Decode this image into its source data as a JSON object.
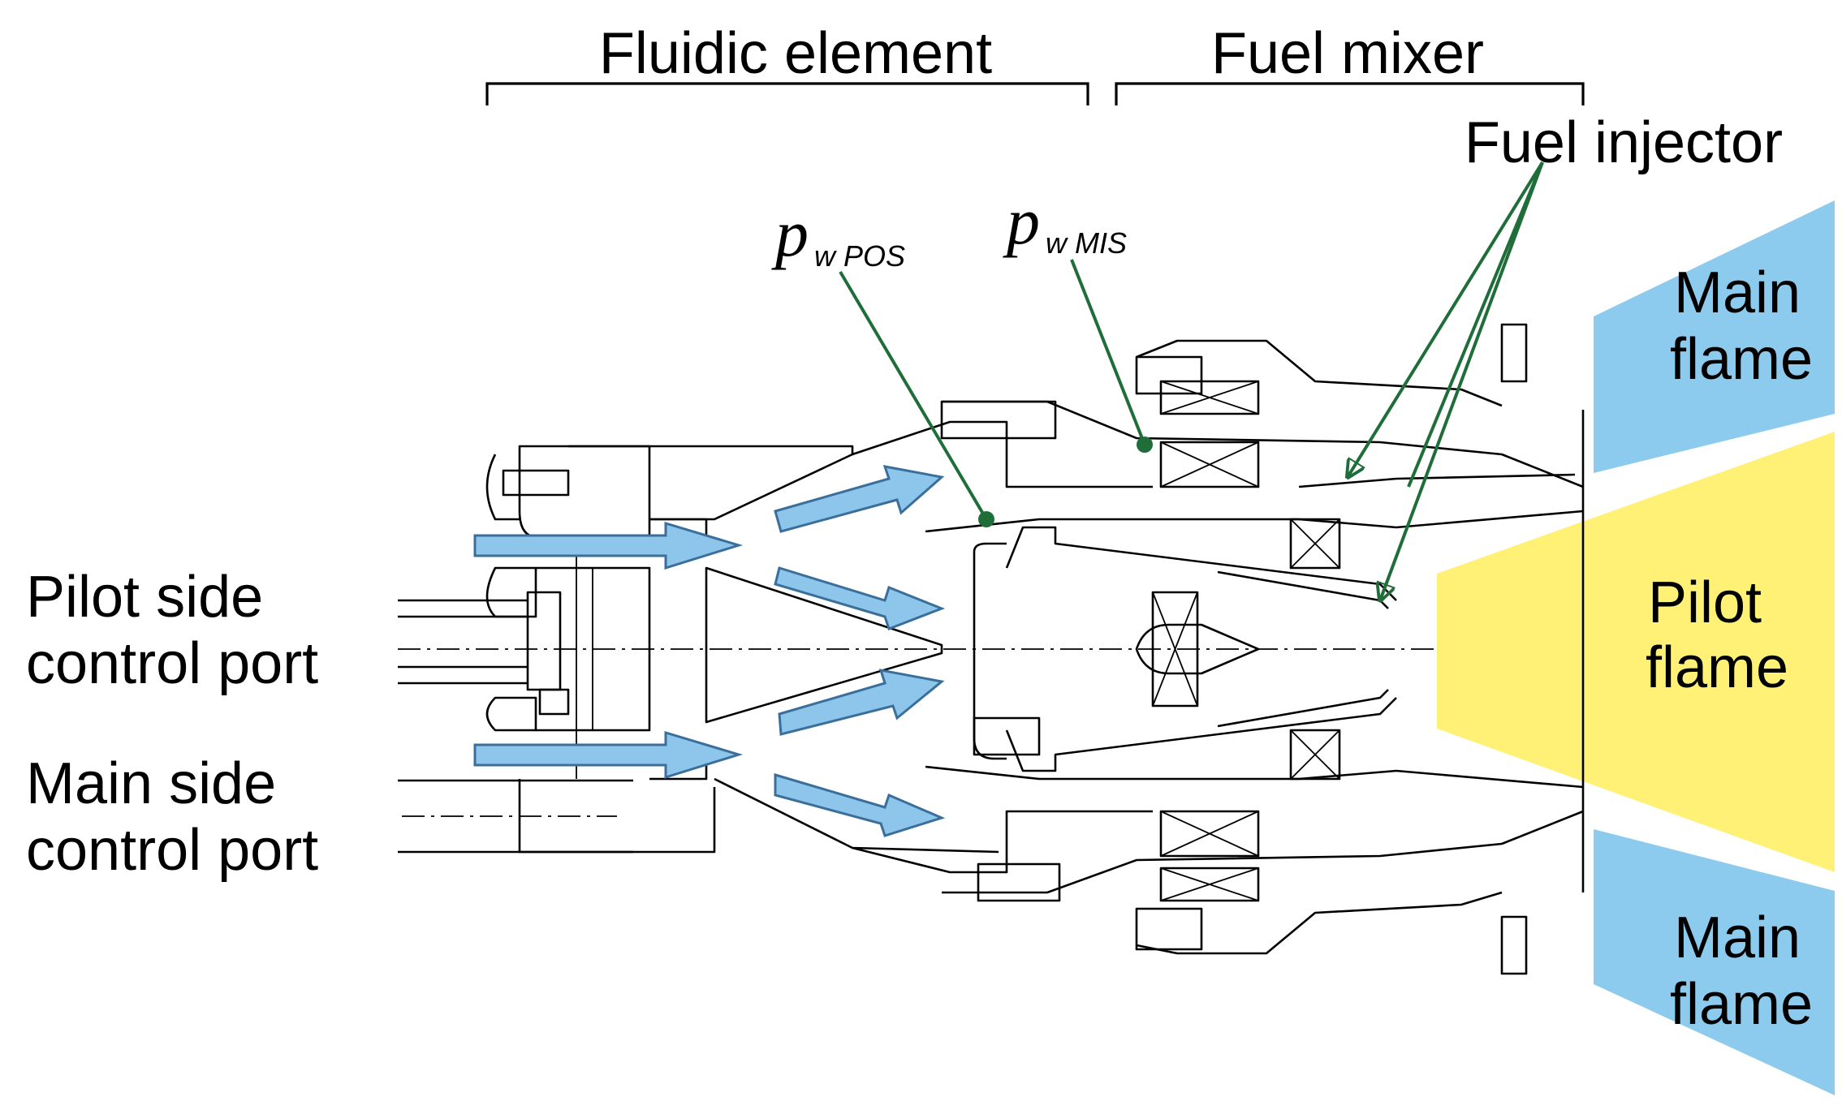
{
  "header": {
    "fluidic_element": "Fluidic element",
    "fuel_mixer": "Fuel mixer"
  },
  "labels": {
    "fuel_injector": "Fuel injector",
    "pilot_port_line1": "Pilot side",
    "pilot_port_line2": "control port",
    "main_port_line1": "Main side",
    "main_port_line2": "control port",
    "main_flame_top_line1": "Main",
    "main_flame_top_line2": "flame",
    "pilot_flame_line1": "Pilot",
    "pilot_flame_line2": "flame",
    "main_flame_bottom_line1": "Main",
    "main_flame_bottom_line2": "flame"
  },
  "pressure_taps": {
    "pos_symbol": "p",
    "pos_subscript": "w POS",
    "mis_symbol": "p",
    "mis_subscript": "w MIS"
  },
  "colors": {
    "main_flame": "#8ccbee",
    "pilot_flame": "#fff176",
    "flow_arrow": "#8ec5ea",
    "leader_line": "#1f6e3a"
  }
}
